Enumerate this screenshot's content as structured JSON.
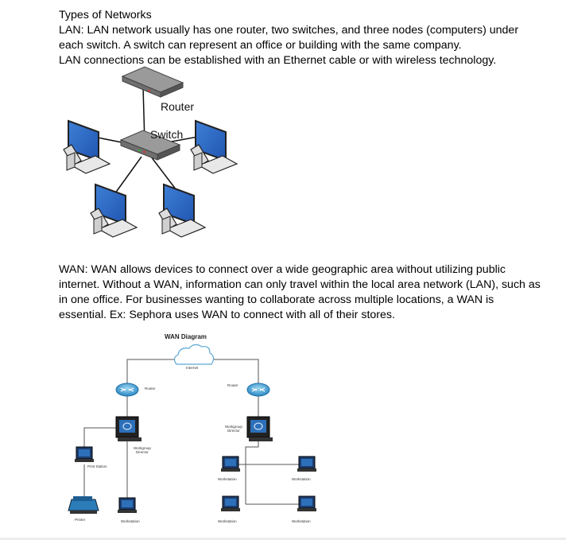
{
  "document": {
    "heading": "Types of Networks",
    "lan_paragraph": "LAN:  LAN network usually has one router, two switches, and three nodes (computers) under each switch. A switch can represent an office or building with the same company.",
    "lan_connections": "LAN connections can be established with an Ethernet cable or with wireless technology.",
    "wan_paragraph": "WAN:  WAN allows devices to connect over a wide geographic area without utilizing public internet. Without a WAN, information can only travel within the local area network (LAN), such as in one office. For businesses wanting to collaborate across multiple locations, a WAN is essential. Ex: Sephora uses WAN to connect with all of their stores."
  },
  "lan_diagram": {
    "router_label": "Router",
    "switch_label": "Switch"
  },
  "wan_diagram": {
    "title": "WAN Diagram",
    "internet_label": "Internet",
    "left_router_label": "Router",
    "right_router_label": "Router",
    "left_director_label_1": "Workgroup",
    "left_director_label_2": "Director",
    "right_director_label_1": "Workgroup",
    "right_director_label_2": "Director",
    "print_station_label": "Print Station",
    "printer_label": "Printer",
    "left_workstation_label": "Workstation",
    "right_workstation_tl_label": "Workstation",
    "right_workstation_tr_label": "Workstation",
    "right_workstation_bl_label": "Workstation",
    "right_workstation_br_label": "Workstation"
  }
}
